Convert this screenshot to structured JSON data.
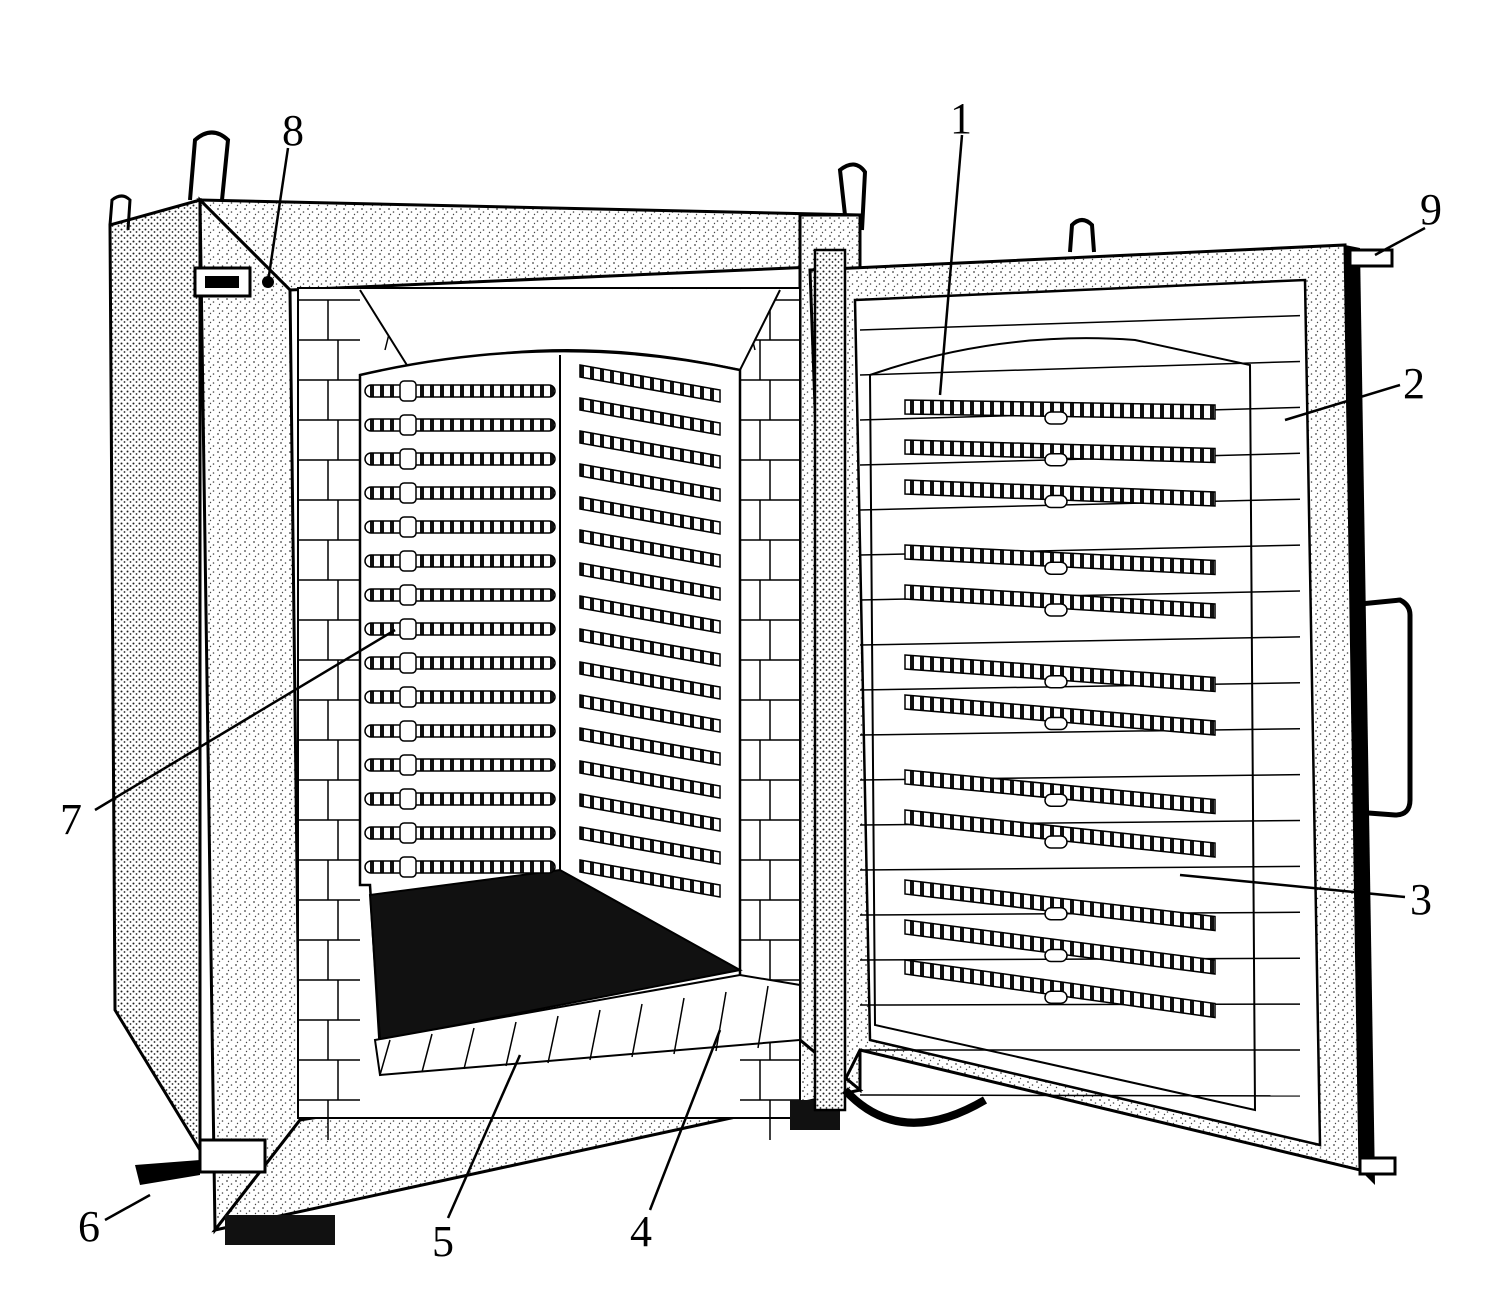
{
  "figure": {
    "palette": {
      "ink": "#000000",
      "paper": "#ffffff",
      "stipple": "#555555",
      "floor": "#111111"
    },
    "callouts": [
      {
        "id": "1",
        "label": "1"
      },
      {
        "id": "2",
        "label": "2"
      },
      {
        "id": "3",
        "label": "3"
      },
      {
        "id": "4",
        "label": "4"
      },
      {
        "id": "5",
        "label": "5"
      },
      {
        "id": "6",
        "label": "6"
      },
      {
        "id": "7",
        "label": "7"
      },
      {
        "id": "8",
        "label": "8"
      },
      {
        "id": "9",
        "label": "9"
      }
    ]
  }
}
